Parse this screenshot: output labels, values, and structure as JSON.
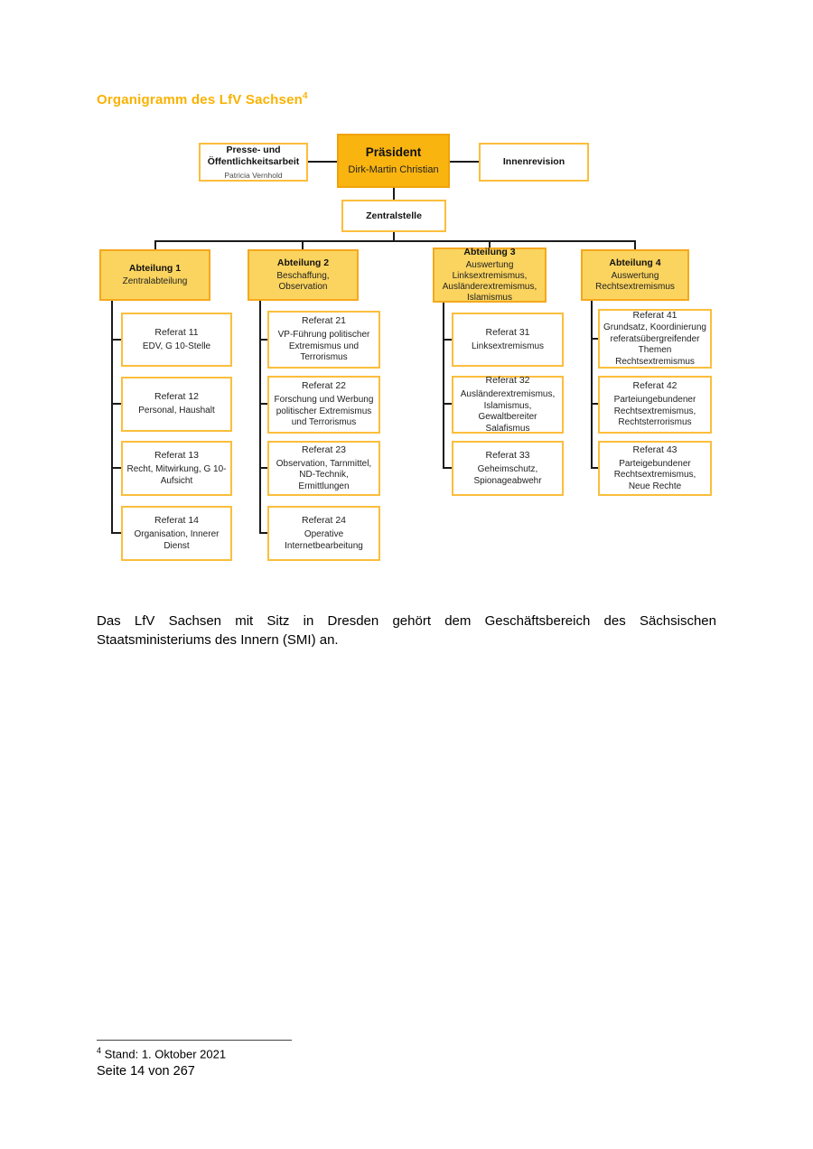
{
  "page": {
    "title": "Organigramm des LfV Sachsen",
    "title_footnote_ref": "4",
    "body_paragraph": "Das LfV Sachsen mit Sitz in Dresden gehört dem Geschäftsbereich des Sächsischen Staatsministeriums des Innern (SMI) an.",
    "footnote_ref": "4",
    "footnote_text": " Stand: 1. Oktober 2021",
    "page_number": "Seite 14 von 267"
  },
  "colors": {
    "accent_gold": "#F9B200",
    "president_fill": "#F9B410",
    "department_fill": "#FBD45F",
    "box_border_light": "#FBBE3C",
    "box_border_dark": "#F5A81C",
    "connector": "#1A1A1A"
  },
  "org_chart": {
    "president": {
      "title": "Präsident",
      "subtitle": "Dirk-Martin Christian"
    },
    "press": {
      "title": "Presse- und Öffentlichkeitsarbeit",
      "subtitle": "Patricia Vernhold"
    },
    "internal_audit": {
      "title": "Innenrevision"
    },
    "central_office": {
      "title": "Zentralstelle"
    },
    "departments": [
      {
        "title": "Abteilung 1",
        "subtitle": "Zentralabteilung"
      },
      {
        "title": "Abteilung 2",
        "subtitle": "Beschaffung, Observation"
      },
      {
        "title": "Abteilung 3",
        "subtitle": "Auswertung Linksextremismus, Ausländerextremismus, Islamismus"
      },
      {
        "title": "Abteilung 4",
        "subtitle": "Auswertung Rechtsextremismus"
      }
    ],
    "referate": [
      {
        "label": "Referat 11",
        "desc": "EDV, G 10-Stelle"
      },
      {
        "label": "Referat 12",
        "desc": "Personal, Haushalt"
      },
      {
        "label": "Referat 13",
        "desc": "Recht, Mitwirkung, G 10-Aufsicht"
      },
      {
        "label": "Referat 14",
        "desc": "Organisation, Innerer Dienst"
      },
      {
        "label": "Referat 21",
        "desc": "VP-Führung politischer Extremismus und Terrorismus"
      },
      {
        "label": "Referat 22",
        "desc": "Forschung und Werbung politischer Extremismus und Terrorismus"
      },
      {
        "label": "Referat 23",
        "desc": "Observation, Tarnmittel, ND-Technik, Ermittlungen"
      },
      {
        "label": "Referat 24",
        "desc": "Operative Internetbearbeitung"
      },
      {
        "label": "Referat 31",
        "desc": "Linksextremismus"
      },
      {
        "label": "Referat 32",
        "desc": "Ausländerextremismus, Islamismus, Gewaltbereiter Salafismus"
      },
      {
        "label": "Referat 33",
        "desc": "Geheimschutz, Spionageabwehr"
      },
      {
        "label": "Referat 41",
        "desc": "Grundsatz, Koordinierung referatsübergreifender Themen Rechtsextremismus"
      },
      {
        "label": "Referat 42",
        "desc": "Parteiungebundener Rechtsextremismus, Rechtsterrorismus"
      },
      {
        "label": "Referat 43",
        "desc": "Parteigebundener Rechtsextremismus, Neue Rechte"
      }
    ]
  }
}
